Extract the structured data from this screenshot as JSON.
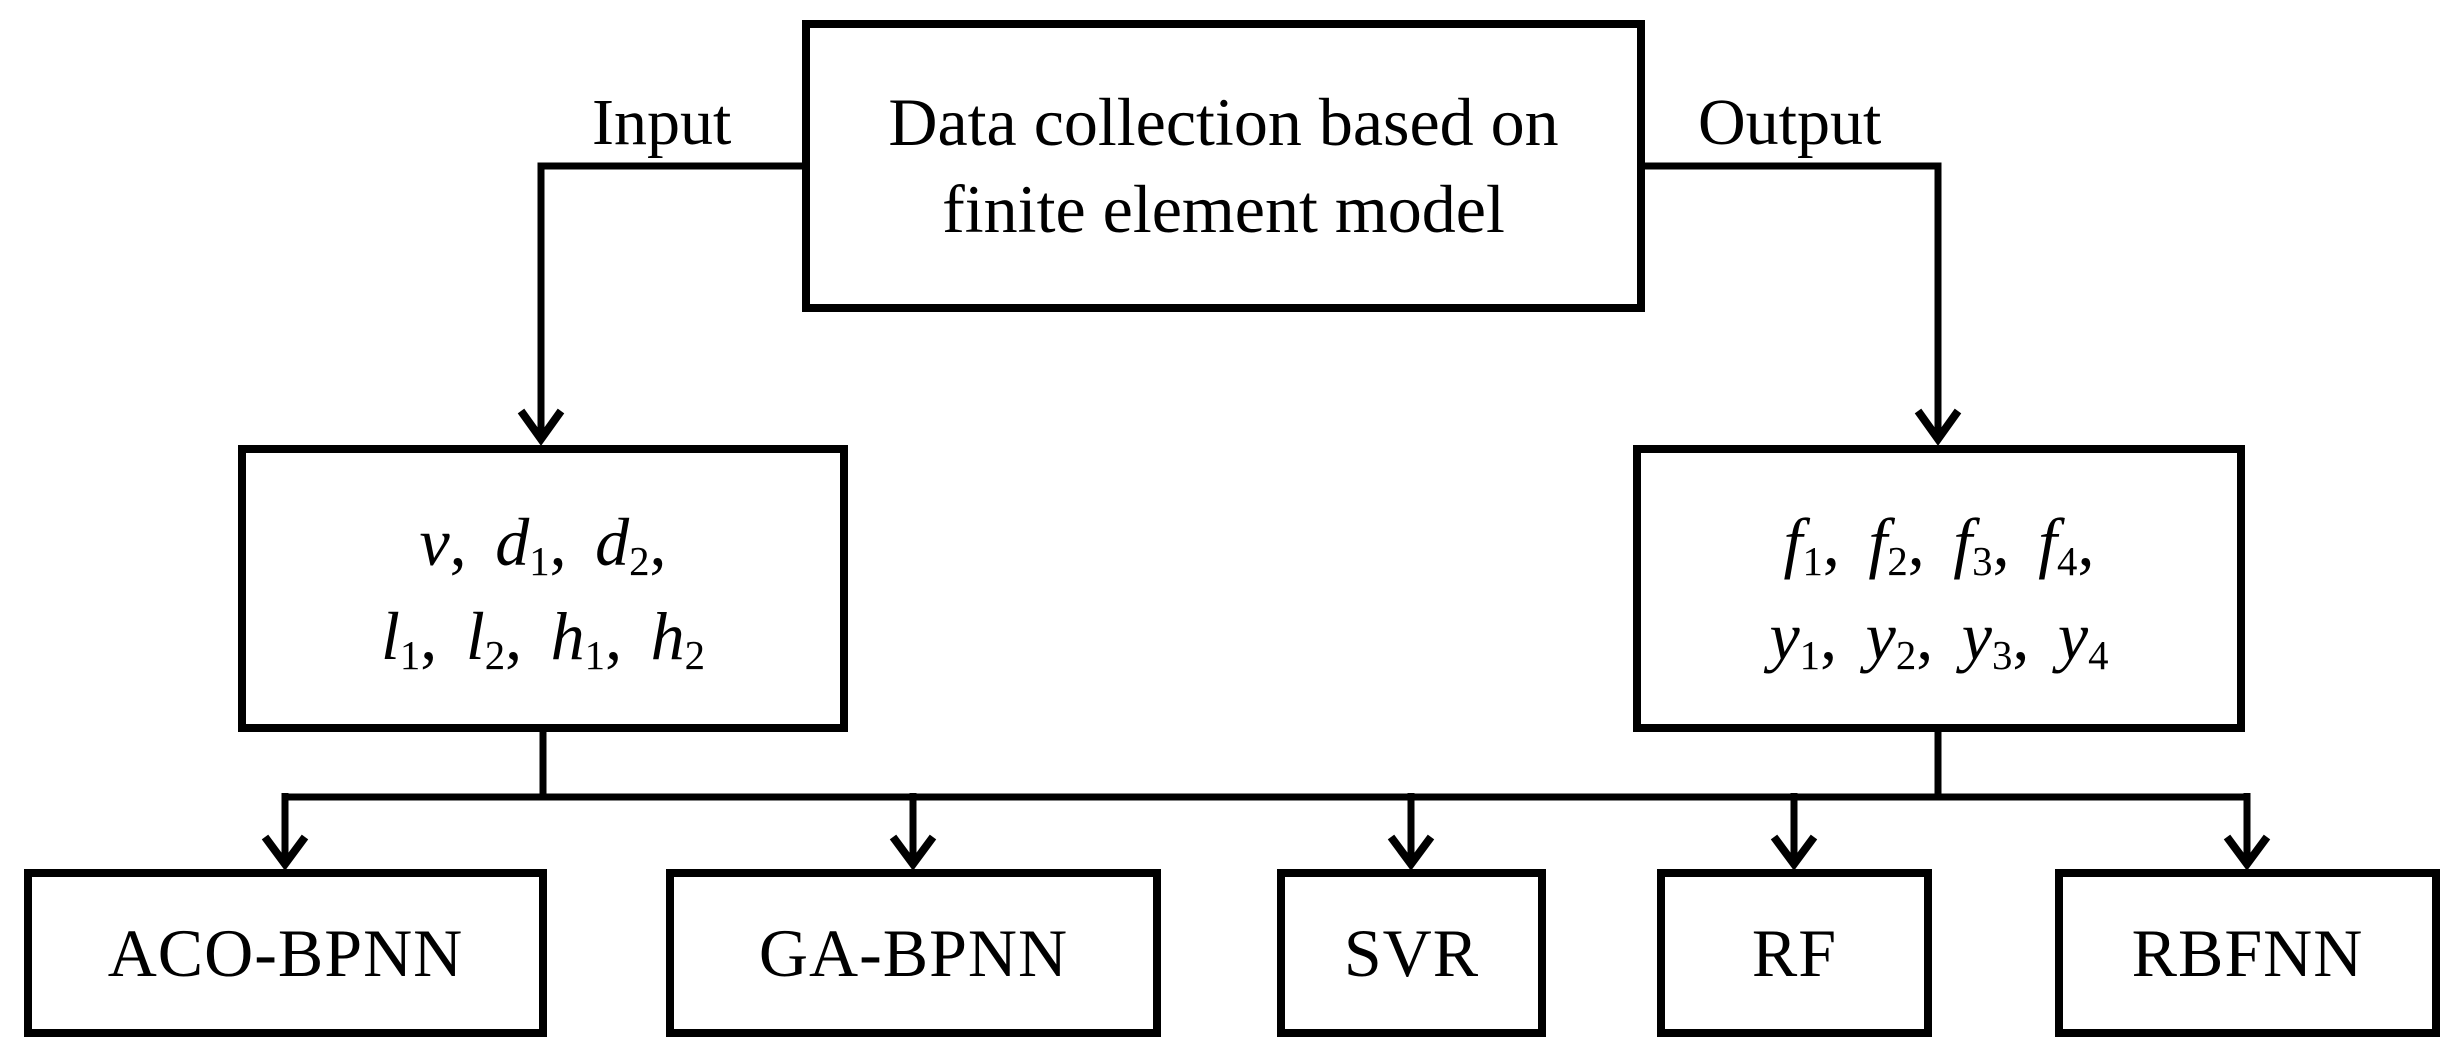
{
  "figure": {
    "type": "flowchart",
    "background": "#ffffff",
    "line_color": "#000000",
    "text_color": "#000000",
    "top_box": {
      "line1": "Data collection based on",
      "line2": "finite element model"
    },
    "branch_labels": {
      "input": "Input",
      "output": "Output"
    },
    "input_box": {
      "rows": [
        {
          "vars": [
            {
              "b": "v"
            },
            {
              "b": "d",
              "s": "1"
            },
            {
              "b": "d",
              "s": "2"
            }
          ],
          "trailing_comma": true
        },
        {
          "vars": [
            {
              "b": "l",
              "s": "1"
            },
            {
              "b": "l",
              "s": "2"
            },
            {
              "b": "h",
              "s": "1"
            },
            {
              "b": "h",
              "s": "2"
            }
          ],
          "trailing_comma": false
        }
      ]
    },
    "output_box": {
      "rows": [
        {
          "vars": [
            {
              "b": "f",
              "s": "1"
            },
            {
              "b": "f",
              "s": "2"
            },
            {
              "b": "f",
              "s": "3"
            },
            {
              "b": "f",
              "s": "4"
            }
          ],
          "trailing_comma": true
        },
        {
          "vars": [
            {
              "b": "y",
              "s": "1"
            },
            {
              "b": "y",
              "s": "2"
            },
            {
              "b": "y",
              "s": "3"
            },
            {
              "b": "y",
              "s": "4"
            }
          ],
          "trailing_comma": false
        }
      ]
    },
    "model_boxes": [
      "ACO-BPNN",
      "GA-BPNN",
      "SVR",
      "RF",
      "RBFNN"
    ]
  }
}
